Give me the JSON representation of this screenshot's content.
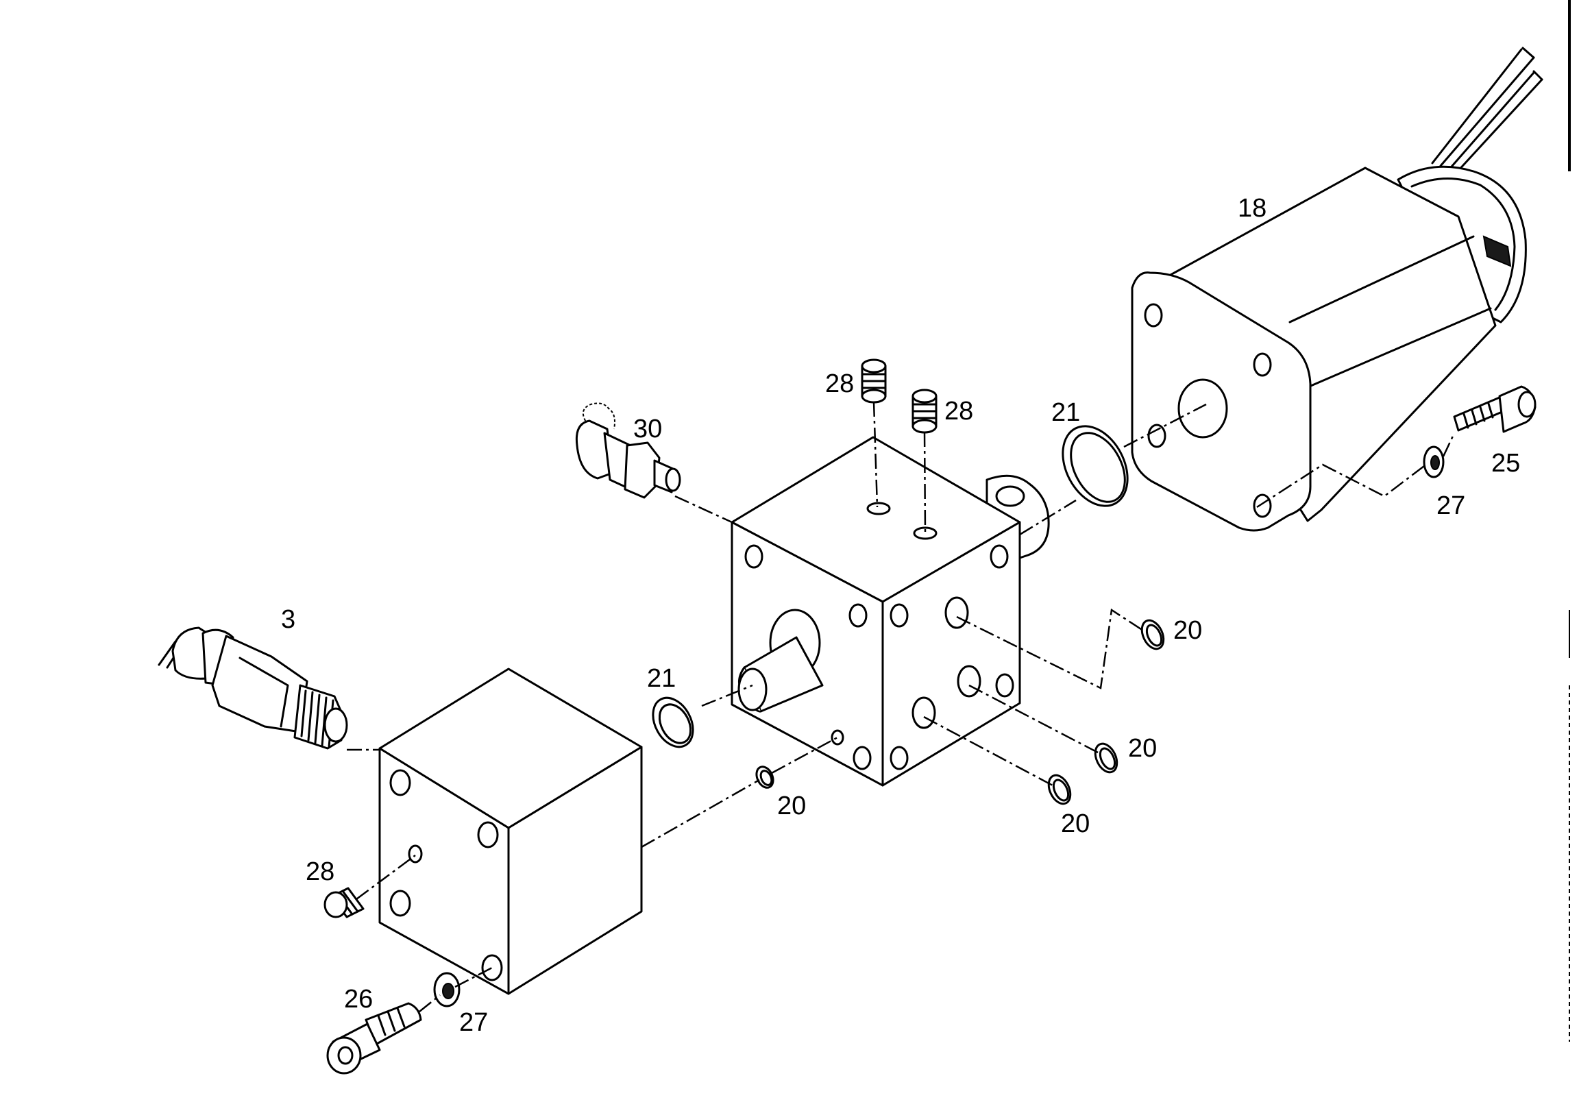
{
  "callouts": [
    {
      "id": "c18",
      "text": "18"
    },
    {
      "id": "c28a",
      "text": "28"
    },
    {
      "id": "c28b",
      "text": "28"
    },
    {
      "id": "c21a",
      "text": "21"
    },
    {
      "id": "c30",
      "text": "30"
    },
    {
      "id": "c25",
      "text": "25"
    },
    {
      "id": "c27a",
      "text": "27"
    },
    {
      "id": "c3",
      "text": "3"
    },
    {
      "id": "c21b",
      "text": "21"
    },
    {
      "id": "c20a",
      "text": "20"
    },
    {
      "id": "c20b",
      "text": "20"
    },
    {
      "id": "c20c",
      "text": "20"
    },
    {
      "id": "c20d",
      "text": "20"
    },
    {
      "id": "c28c",
      "text": "28"
    },
    {
      "id": "c26",
      "text": "26"
    },
    {
      "id": "c27b",
      "text": "27"
    }
  ]
}
